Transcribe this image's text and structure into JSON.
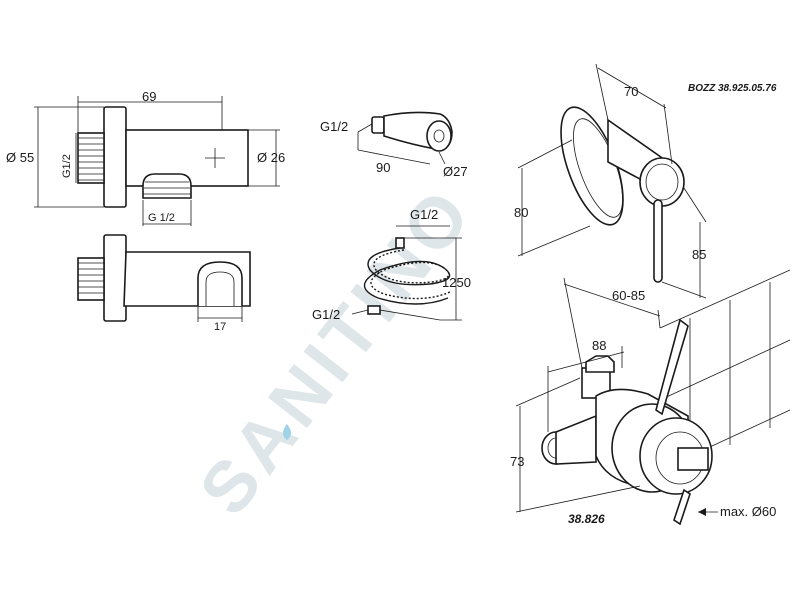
{
  "watermark": "SANITINO",
  "product_codes": {
    "set_code": "BOZZ 38.925.05.76",
    "box_code": "38.826"
  },
  "dimensions": {
    "elbow_length": "69",
    "elbow_flange_diameter": "Ø 55",
    "elbow_thread_side": "G1/2",
    "elbow_body_diameter": "Ø 26",
    "elbow_outlet_thread": "G 1/2",
    "holder_width": "17",
    "handshower_thread": "G1/2",
    "handshower_length": "90",
    "handshower_diameter": "Ø27",
    "hose_thread_top": "G1/2",
    "hose_length": "1250",
    "hose_thread_bottom": "G1/2",
    "mixer_depth": "70",
    "mixer_height": "80",
    "lever_length": "85",
    "install_depth": "60-85",
    "box_width": "88",
    "box_height": "73",
    "box_max_diameter": "max. Ø60"
  }
}
